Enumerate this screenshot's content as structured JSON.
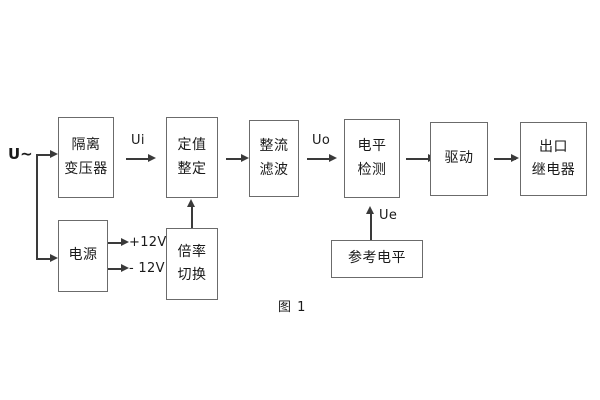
{
  "figure": {
    "caption": "图 1",
    "input_label": "U~"
  },
  "blocks": [
    {
      "id": "isolation-transformer",
      "lines": [
        "隔离",
        "变压器"
      ]
    },
    {
      "id": "setpoint-adjust",
      "lines": [
        "定值",
        "整定"
      ]
    },
    {
      "id": "rectify-filter",
      "lines": [
        "整流",
        "滤波"
      ]
    },
    {
      "id": "level-detect",
      "lines": [
        "电平",
        "检测"
      ]
    },
    {
      "id": "drive",
      "lines": [
        "驱动"
      ]
    },
    {
      "id": "output-relay",
      "lines": [
        "出口",
        "继电器"
      ]
    },
    {
      "id": "power-supply",
      "lines": [
        "电源"
      ]
    },
    {
      "id": "ratio-switch",
      "lines": [
        "倍率",
        "切换"
      ]
    },
    {
      "id": "reference-level",
      "lines": [
        "参考电平"
      ]
    }
  ],
  "signals": {
    "ui": "Ui",
    "uo": "Uo",
    "ue": "Ue",
    "pos12v": "+12V",
    "neg12v": "- 12V"
  },
  "colors": {
    "block_border": "#6b6b6b",
    "line": "#3a3a3a",
    "text": "#1a1a1a",
    "background": "#ffffff"
  }
}
